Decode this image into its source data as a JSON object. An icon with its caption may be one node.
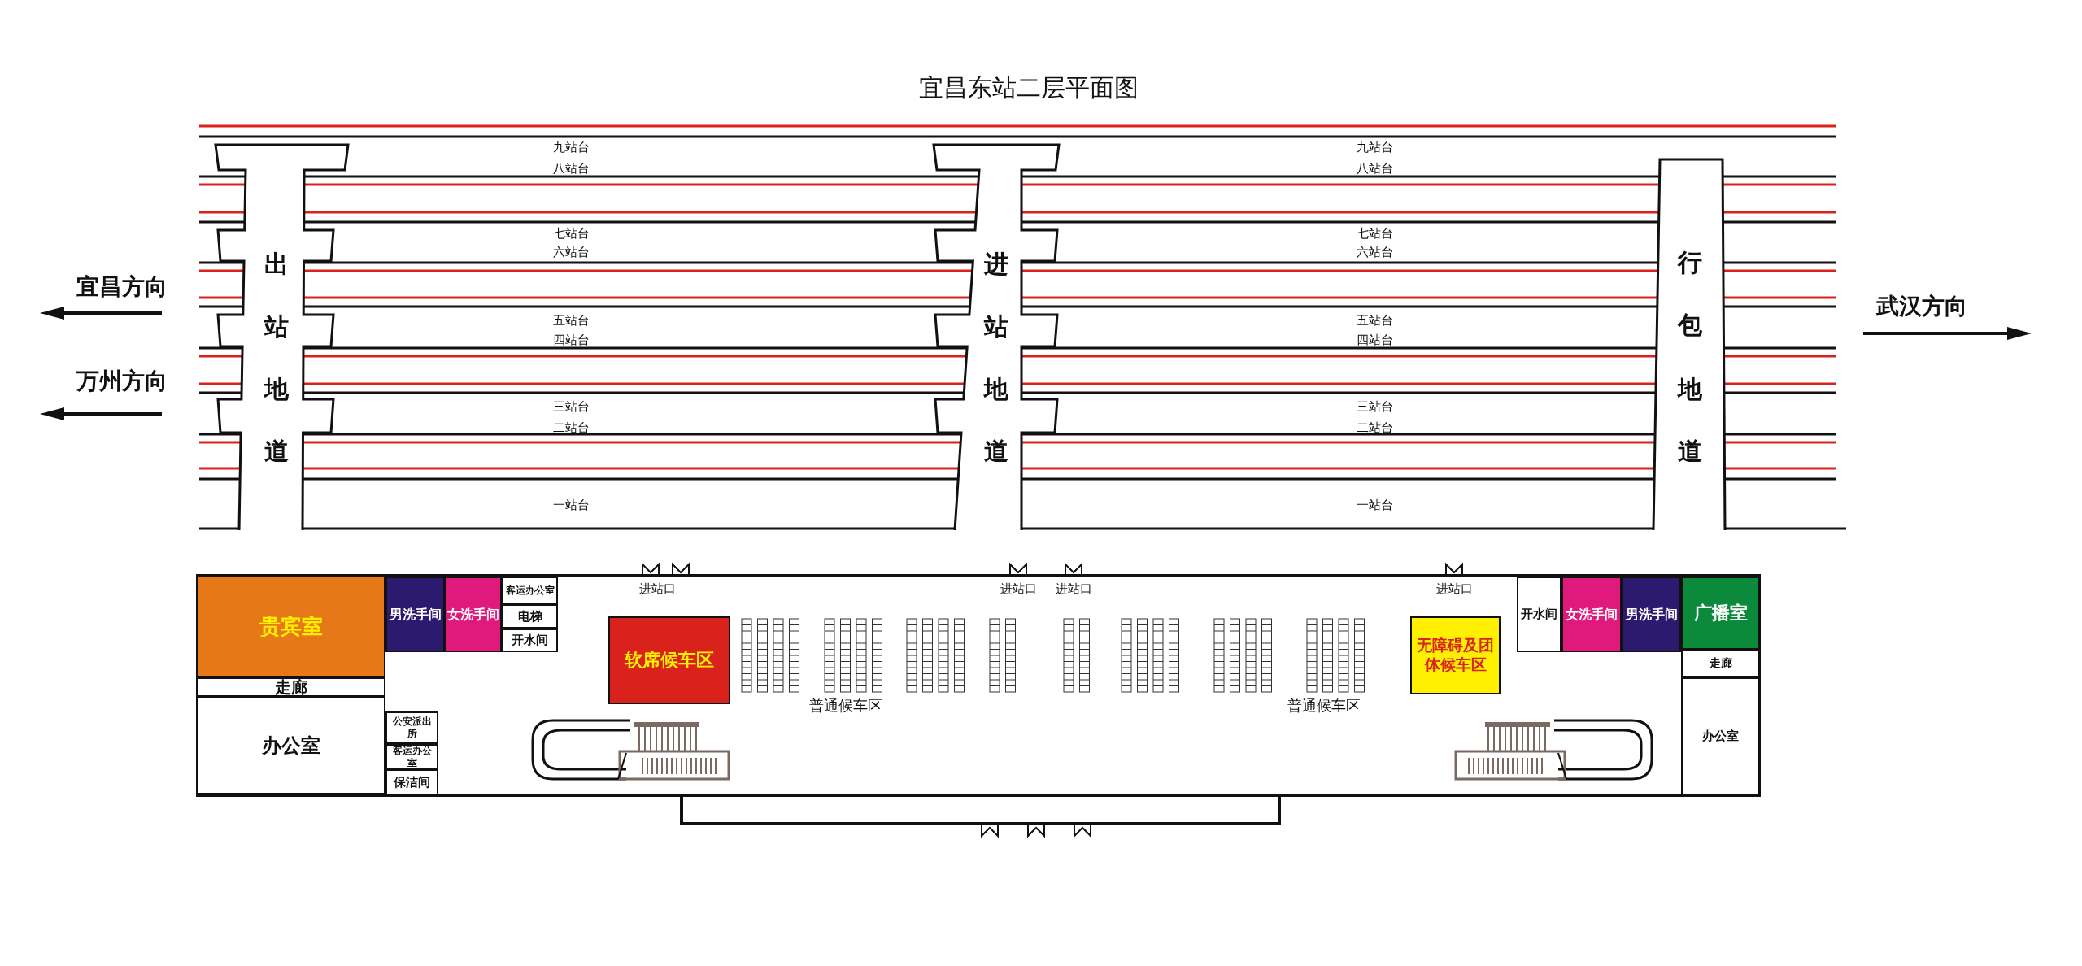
{
  "diagram": {
    "title": "宜昌东站二层平面图",
    "nodes": [
      {
        "text": [
          "出站地道"
        ]
      },
      {
        "text": [
          "进站地道"
        ]
      },
      {
        "text": [
          "行包地道"
        ]
      },
      {
        "text": [
          "贵宾室"
        ]
      },
      {
        "text": [
          "男洗手间"
        ]
      },
      {
        "text": [
          "女洗手间"
        ]
      },
      {
        "text": [
          "客运办公室"
        ]
      },
      {
        "text": [
          "电梯"
        ]
      },
      {
        "text": [
          "开水间"
        ]
      },
      {
        "text": [
          "软席候车区"
        ]
      },
      {
        "text": [
          "无障碍及团体候车区"
        ]
      },
      {
        "text": [
          "开水间"
        ]
      },
      {
        "text": [
          "女洗手间"
        ]
      },
      {
        "text": [
          "男洗手间"
        ]
      },
      {
        "text": [
          "广播室"
        ]
      },
      {
        "text": [
          "走廊"
        ]
      },
      {
        "text": [
          "走廊"
        ]
      },
      {
        "text": [
          "公安派出所"
        ]
      },
      {
        "text": [
          "客运办公室"
        ]
      },
      {
        "text": [
          "保洁间"
        ]
      },
      {
        "text": [
          "办公室"
        ]
      },
      {
        "text": [
          "办公室"
        ]
      }
    ],
    "labels": [
      "九站台",
      "九站台",
      "八站台",
      "八站台",
      "七站台",
      "七站台",
      "六站台",
      "六站台",
      "宜昌方向",
      "武汉方向",
      "五站台",
      "五站台",
      "四站台",
      "四站台",
      "万州方向",
      "三站台",
      "三站台",
      "二站台",
      "二站台",
      "一站台",
      "一站台",
      "进站口",
      "进站口",
      "进站口",
      "进站口",
      "普通候车区",
      "普通候车区"
    ]
  }
}
